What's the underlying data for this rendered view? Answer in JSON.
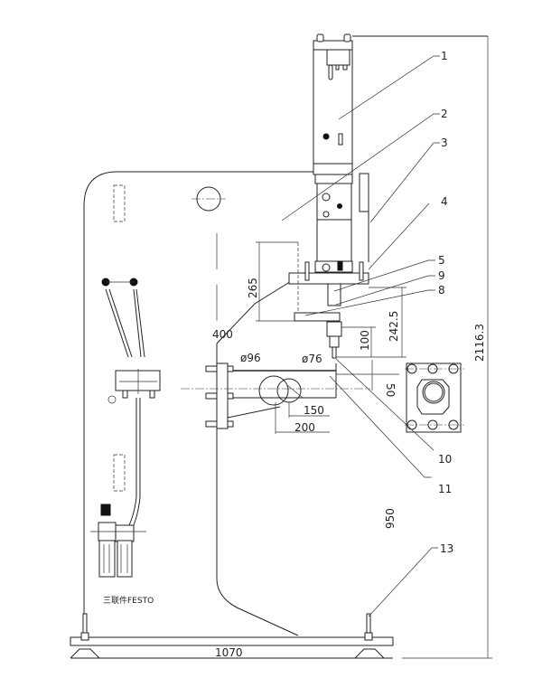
{
  "drawing": {
    "title": "Pneumatic press machine general arrangement",
    "callouts": [
      "1",
      "2",
      "3",
      "4",
      "5",
      "9",
      "8",
      "10",
      "11",
      "13"
    ],
    "dimensions": {
      "overall_height": "2116.3",
      "base_width": "1070",
      "throat_depth": "400",
      "upper_block_height": "265",
      "tool_height": "242.5",
      "stroke": "100",
      "offset_50": "50",
      "table_height": "950",
      "dia_large": "ø96",
      "dia_small": "ø76",
      "dim_150": "150",
      "dim_200": "200"
    },
    "notes": {
      "frl_unit": "三联件FESTO"
    }
  }
}
